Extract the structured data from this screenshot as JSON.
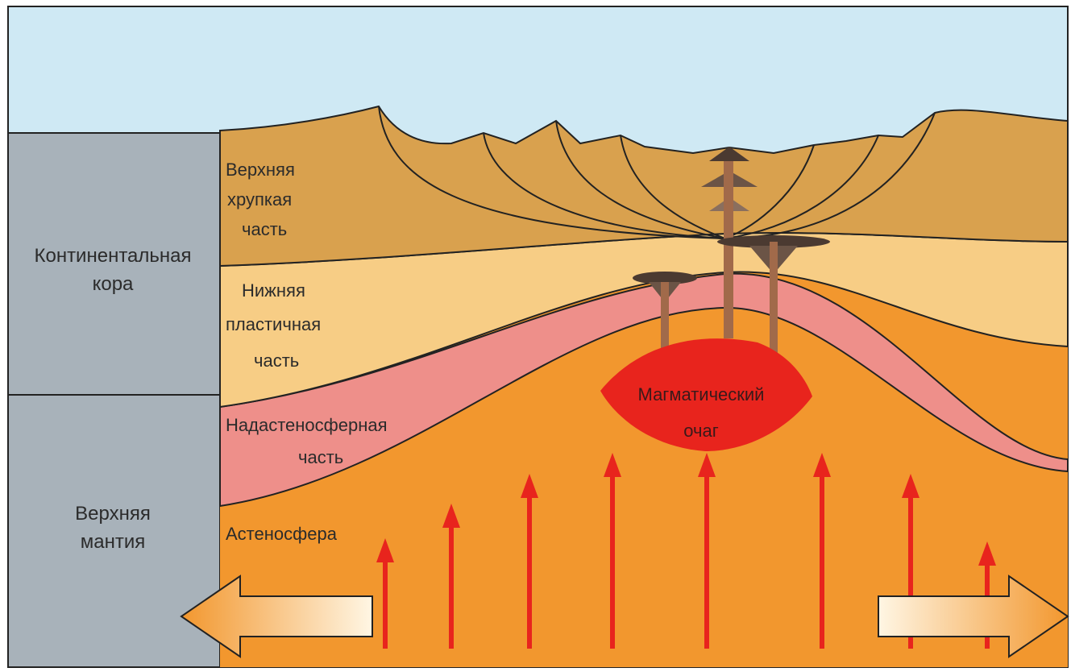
{
  "side_labels": {
    "crust_line1": "Континентальная",
    "crust_line2": "кора",
    "mantle_line1": "Верхняя",
    "mantle_line2": "мантия"
  },
  "layer_labels": {
    "upper_line1": "Верхняя",
    "upper_line2": "хрупкая",
    "upper_line3": "часть",
    "lower_line1": "Нижняя",
    "lower_line2": "пластичная",
    "lower_line3": "часть",
    "supra_line1": "Надастеносферная",
    "supra_line2": "часть",
    "astheno": "Астеносфера"
  },
  "magma_labels": {
    "line1": "Магматический",
    "line2": "очаг"
  },
  "colors": {
    "sky": "#cfe9f4",
    "side_panel": "#a8b2ba",
    "upper_crust": "#d9a14e",
    "lower_crust": "#f7cd85",
    "supra_asthenosphere": "#ee8f8a",
    "asthenosphere": "#f2972e",
    "magma": "#e8241d",
    "arrows": "#e8241d",
    "volcanic": "#4b3a31"
  },
  "icons": {
    "left_arrow": "big-left-arrow-icon",
    "right_arrow": "big-right-arrow-icon",
    "upwelling": "upward-arrow-icon"
  }
}
